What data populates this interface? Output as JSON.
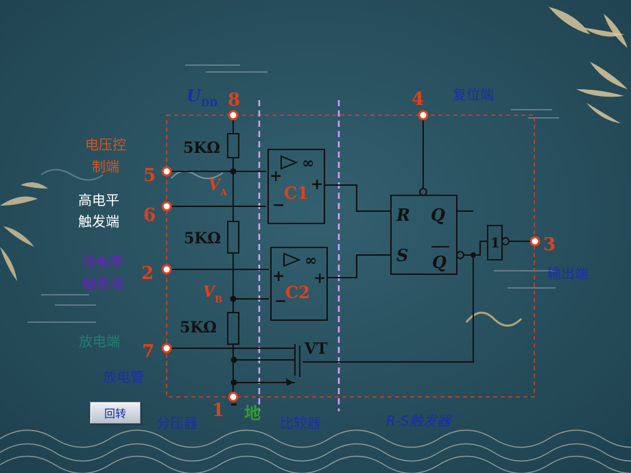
{
  "pins": {
    "p8": "8",
    "p4": "4",
    "p5": "5",
    "p6": "6",
    "p2": "2",
    "p7": "7",
    "p1": "1",
    "p3": "3"
  },
  "labels": {
    "udd_main": "U",
    "udd_sub": "DD",
    "reset": "复位端",
    "ctrl_line1": "电压控",
    "ctrl_line2": "制端",
    "high_line1": "高电平",
    "high_line2": "触发端",
    "low_line1": "低电平",
    "low_line2": "触发端",
    "discharge": "放电端",
    "discharge_tube": "放电管",
    "ground": "地",
    "output": "输出端",
    "divider": "分压器",
    "comparator": "比较器",
    "rs_flipflop": "R-S触发器"
  },
  "components": {
    "r1": "5KΩ",
    "r2": "5KΩ",
    "r3": "5KΩ",
    "c1": "C1",
    "c2": "C2",
    "va_main": "V",
    "va_sub": "A",
    "vb_main": "V",
    "vb_sub": "B",
    "inf1": "∞",
    "inf2": "∞",
    "plus": "+",
    "minus": "−",
    "r_in": "R",
    "s_in": "S",
    "q_out": "Q",
    "qbar_out": "Q",
    "inverter": "1",
    "vt": "VT"
  },
  "button": {
    "back": "回转"
  },
  "colors": {
    "background": "#2d5566",
    "wire": "#111111",
    "pin_number": "#e0401a",
    "pin_circle": "#e0401a",
    "divider_dash": "#d6a0ff",
    "box_dash": "#e0401a",
    "label_blue": "#1a2ea8",
    "label_orange": "#d9531e",
    "label_purple": "#6a1fc0",
    "label_teal": "#1f8070",
    "label_green": "#2e9e2e",
    "component_red": "#e0401a"
  }
}
